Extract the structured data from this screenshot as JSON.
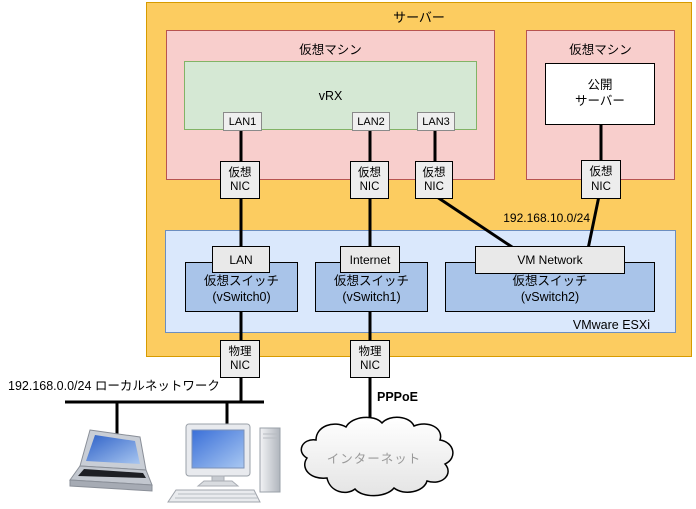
{
  "server": {
    "title": "サーバー",
    "subnet_label": "192.168.10.0/24"
  },
  "vm_left": {
    "title": "仮想マシン"
  },
  "vm_right": {
    "title": "仮想マシン"
  },
  "vrx": {
    "title": "vRX",
    "ports": [
      {
        "label": "LAN1"
      },
      {
        "label": "LAN2"
      },
      {
        "label": "LAN3"
      }
    ]
  },
  "public_server": {
    "label": "公開\nサーバー"
  },
  "nics": {
    "virtual": "仮想\nNIC",
    "physical": "物理\nNIC"
  },
  "esxi": {
    "label": "VMware ESXi",
    "switches": [
      {
        "port_label": "LAN",
        "name": "仮想スイッチ\n(vSwitch0)"
      },
      {
        "port_label": "Internet",
        "name": "仮想スイッチ\n(vSwitch1)"
      },
      {
        "port_label": "VM Network",
        "name": "仮想スイッチ\n(vSwitch2)"
      }
    ]
  },
  "local_network": {
    "label": "192.168.0.0/24 ローカルネットワーク"
  },
  "wan": {
    "pppoe_label": "PPPoE",
    "cloud_label": "インターネット"
  },
  "colors": {
    "server_fill": "#FCCC60",
    "server_border": "#D79B00",
    "vm_fill": "#F8CECC",
    "vm_border": "#B85450",
    "vrx_fill": "#D5E8D4",
    "vrx_border": "#82B366",
    "esxi_fill": "#DAE8FC",
    "esxi_border": "#6C8EBF",
    "vswitch_fill": "#A9C4E9",
    "box_gray_fill": "#EDEDED",
    "cable": "#000000"
  }
}
